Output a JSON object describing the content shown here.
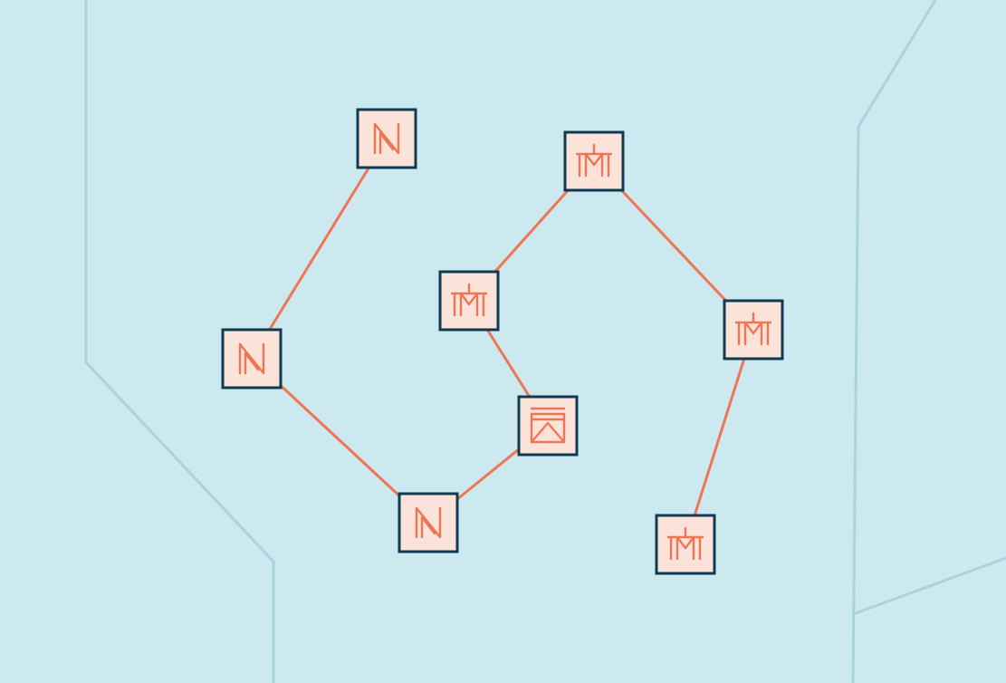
{
  "colors": {
    "background": "#cce9ef",
    "boundary": "#a9d3de",
    "link": "#ef7654",
    "node_fill": "#fbe3d9",
    "node_border": "#103a51",
    "glyph": "#ef7654"
  },
  "nodes": [
    {
      "id": "n1",
      "icon": "n-letter-icon"
    },
    {
      "id": "n2",
      "icon": "n-letter-icon"
    },
    {
      "id": "n3",
      "icon": "n-letter-icon"
    },
    {
      "id": "s1",
      "icon": "antenna-m-icon"
    },
    {
      "id": "s2",
      "icon": "antenna-m-icon"
    },
    {
      "id": "s3",
      "icon": "antenna-m-icon"
    },
    {
      "id": "s4",
      "icon": "antenna-m-icon"
    },
    {
      "id": "w1",
      "icon": "window-picture-icon"
    }
  ],
  "links": [
    [
      "n1",
      "n2"
    ],
    [
      "n2",
      "n3"
    ],
    [
      "n3",
      "w1"
    ],
    [
      "w1",
      "s2"
    ],
    [
      "s2",
      "s1"
    ],
    [
      "s1",
      "s3"
    ],
    [
      "s3",
      "s4"
    ]
  ]
}
